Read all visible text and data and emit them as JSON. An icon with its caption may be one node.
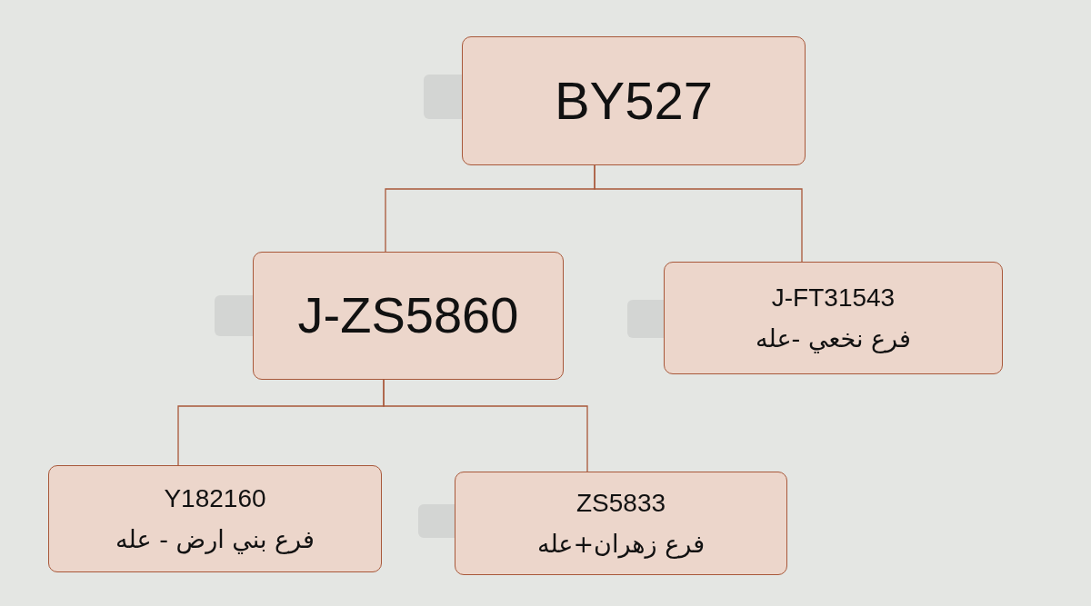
{
  "diagram": {
    "nodes": [
      {
        "text": [
          "BY527"
        ]
      },
      {
        "text": [
          "J-ZS5860"
        ]
      },
      {
        "text": [
          "J-FT31543",
          "فرع نخعي -عله"
        ]
      },
      {
        "text": [
          "Y182160",
          "فرع بني ارض - عله"
        ]
      },
      {
        "text": [
          "ZS5833",
          "فرع زهران+عله"
        ]
      }
    ],
    "edges": [
      {
        "from": 0,
        "to": 1,
        "arrow": "none"
      },
      {
        "from": 0,
        "to": 2,
        "arrow": "none"
      },
      {
        "from": 1,
        "to": 3,
        "arrow": "none"
      },
      {
        "from": 1,
        "to": 4,
        "arrow": "none"
      }
    ]
  }
}
